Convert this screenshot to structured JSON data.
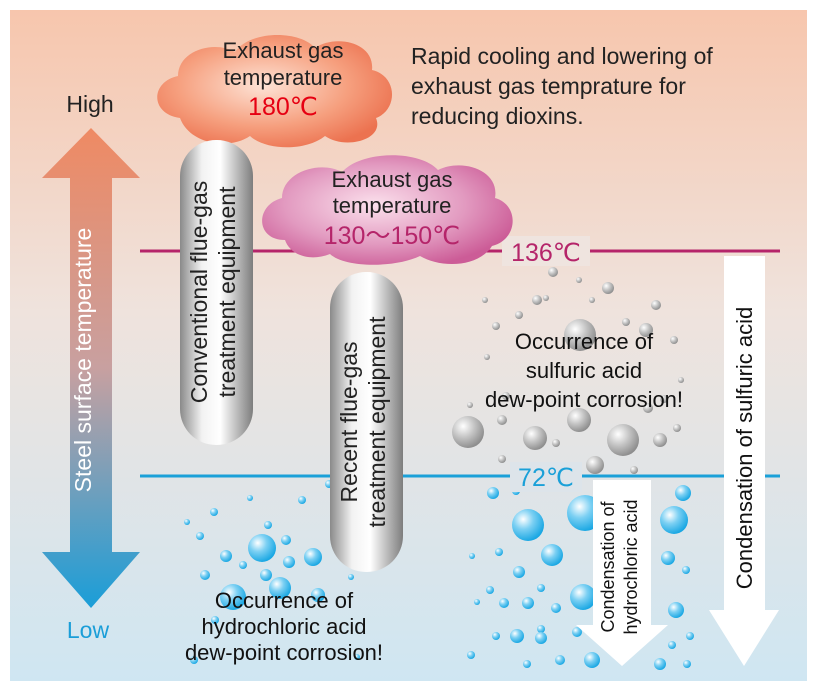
{
  "axis": {
    "high_label": "High",
    "low_label": "Low",
    "title": "Steel surface temperature"
  },
  "clouds": {
    "upper": {
      "line1": "Exhaust gas",
      "line2": "temperature",
      "value": "180℃"
    },
    "lower": {
      "line1": "Exhaust gas",
      "line2": "temperature",
      "value": "130〜150℃"
    }
  },
  "note": {
    "line1": "Rapid cooling and lowering of",
    "line2": "exhaust gas temprature for",
    "line3": "reducing dioxins."
  },
  "thresholds": {
    "sulfuric": {
      "label": "136℃",
      "color": "#b5256a"
    },
    "hydrochloric": {
      "label": "72℃",
      "color": "#1aa0d8"
    }
  },
  "equipment": {
    "conventional": {
      "line1": "Conventional flue-gas",
      "line2": "treatment equipment"
    },
    "recent": {
      "line1": "Recent flue-gas",
      "line2": "treatment equipment"
    }
  },
  "corrosion": {
    "sulfuric": {
      "line1": "Occurrence of",
      "line2": "sulfuric acid",
      "line3": "dew-point corrosion!"
    },
    "hydrochloric": {
      "line1": "Occurrence of",
      "line2": "hydrochloric acid",
      "line3": "dew-point corrosion!"
    }
  },
  "arrows": {
    "sulfuric": "Condensation of sulfuric acid",
    "hydrochloric": {
      "line1": "Condensation of",
      "line2": "hydrochloric acid"
    }
  }
}
